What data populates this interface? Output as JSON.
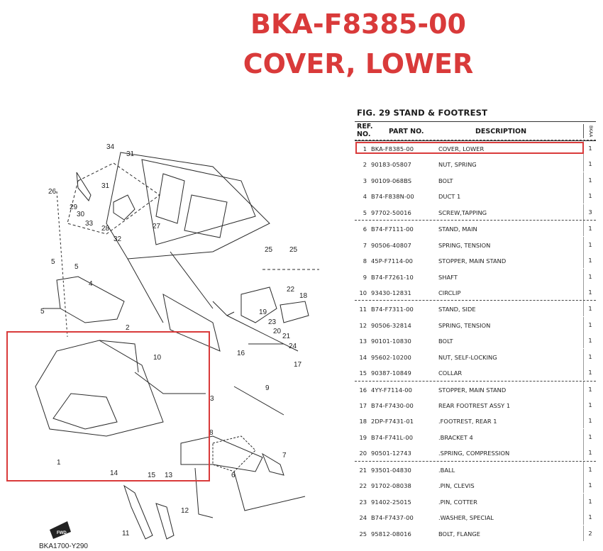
{
  "title": {
    "part_number": "BKA-F8385-00",
    "part_name": "COVER, LOWER"
  },
  "figure": {
    "label": "FIG. 29  STAND & FOOTREST",
    "columns": {
      "ref": "REF. NO.",
      "part_no": "PART NO.",
      "description": "DESCRIPTION",
      "model": "BKAA"
    },
    "rows": [
      {
        "ref": "1",
        "part_no": "BKA-F8385-00",
        "description": "COVER, LOWER",
        "qty": "1",
        "group_start": true,
        "highlighted": true
      },
      {
        "ref": "2",
        "part_no": "90183-05807",
        "description": "NUT, SPRING",
        "qty": "1"
      },
      {
        "ref": "3",
        "part_no": "90109-068BS",
        "description": "BOLT",
        "qty": "1"
      },
      {
        "ref": "4",
        "part_no": "B74-F838N-00",
        "description": "DUCT 1",
        "qty": "1"
      },
      {
        "ref": "5",
        "part_no": "97702-50016",
        "description": "SCREW,TAPPING",
        "qty": "3"
      },
      {
        "ref": "6",
        "part_no": "B74-F7111-00",
        "description": "STAND, MAIN",
        "qty": "1",
        "group_start": true
      },
      {
        "ref": "7",
        "part_no": "90506-40807",
        "description": "SPRING, TENSION",
        "qty": "1"
      },
      {
        "ref": "8",
        "part_no": "45P-F7114-00",
        "description": "STOPPER, MAIN STAND",
        "qty": "1"
      },
      {
        "ref": "9",
        "part_no": "B74-F7261-10",
        "description": "SHAFT",
        "qty": "1"
      },
      {
        "ref": "10",
        "part_no": "93430-12831",
        "description": "CIRCLIP",
        "qty": "1"
      },
      {
        "ref": "11",
        "part_no": "B74-F7311-00",
        "description": "STAND, SIDE",
        "qty": "1",
        "group_start": true
      },
      {
        "ref": "12",
        "part_no": "90506-32814",
        "description": "SPRING, TENSION",
        "qty": "1"
      },
      {
        "ref": "13",
        "part_no": "90101-10830",
        "description": "BOLT",
        "qty": "1"
      },
      {
        "ref": "14",
        "part_no": "95602-10200",
        "description": "NUT, SELF-LOCKING",
        "qty": "1"
      },
      {
        "ref": "15",
        "part_no": "90387-10849",
        "description": "COLLAR",
        "qty": "1"
      },
      {
        "ref": "16",
        "part_no": "4YY-F7114-00",
        "description": "STOPPER, MAIN STAND",
        "qty": "1",
        "group_start": true
      },
      {
        "ref": "17",
        "part_no": "B74-F7430-00",
        "description": "REAR FOOTREST ASSY 1",
        "qty": "1"
      },
      {
        "ref": "18",
        "part_no": "2DP-F7431-01",
        "description": ".FOOTREST, REAR 1",
        "qty": "1"
      },
      {
        "ref": "19",
        "part_no": "B74-F741L-00",
        "description": ".BRACKET 4",
        "qty": "1"
      },
      {
        "ref": "20",
        "part_no": "90501-12743",
        "description": ".SPRING, COMPRESSION",
        "qty": "1"
      },
      {
        "ref": "21",
        "part_no": "93501-04830",
        "description": ".BALL",
        "qty": "1",
        "group_start": true
      },
      {
        "ref": "22",
        "part_no": "91702-08038",
        "description": ".PIN, CLEVIS",
        "qty": "1"
      },
      {
        "ref": "23",
        "part_no": "91402-25015",
        "description": ".PIN, COTTER",
        "qty": "1"
      },
      {
        "ref": "24",
        "part_no": "B74-F7437-00",
        "description": ".WASHER, SPECIAL",
        "qty": "1"
      },
      {
        "ref": "25",
        "part_no": "95812-08016",
        "description": "BOLT, FLANGE",
        "qty": "2"
      }
    ]
  },
  "diagram": {
    "caption": "BKA1700-Y290",
    "callouts": [
      "34",
      "31",
      "26",
      "29",
      "30",
      "33",
      "31",
      "28",
      "32",
      "27",
      "5",
      "5",
      "4",
      "5",
      "2",
      "10",
      "1",
      "3",
      "9",
      "7",
      "8",
      "6",
      "14",
      "15",
      "13",
      "12",
      "11",
      "25",
      "25",
      "22",
      "18",
      "19",
      "23",
      "20",
      "21",
      "24",
      "16",
      "17"
    ],
    "fwd_label": "FWD"
  }
}
